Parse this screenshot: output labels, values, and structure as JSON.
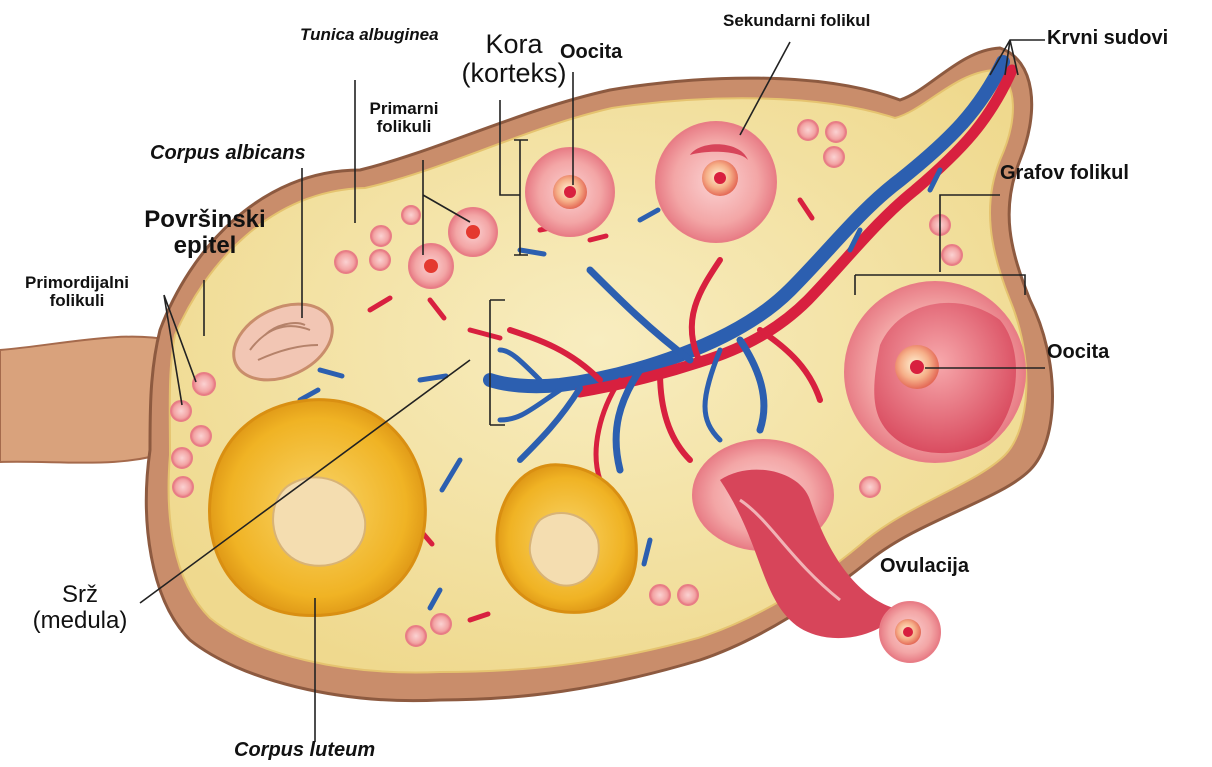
{
  "labels": {
    "tunica_albuginea": "Tunica albuginea",
    "kora_line1": "Kora",
    "kora_line2": "(korteks)",
    "oocita_top": "Oocita",
    "sekundarni_folikul": "Sekundarni folikul",
    "krvni_sudovi": "Krvni sudovi",
    "primarni_line1": "Primarni",
    "primarni_line2": "folikuli",
    "corpus_albicans": "Corpus albicans",
    "grafov_folikul": "Grafov folikul",
    "povrsinski_line1": "Površinski",
    "povrsinski_line2": "epitel",
    "primordijalni_line1": "Primordijalni",
    "primordijalni_line2": "folikuli",
    "oocita_right": "Oocita",
    "ovulacija": "Ovulacija",
    "srz_line1": "Srž",
    "srz_line2": "(medula)",
    "corpus_luteum": "Corpus luteum"
  },
  "colors": {
    "tissue": "#f3e3a6",
    "capsule": "#c98d6b",
    "artery": "#d8203f",
    "vein": "#2c5fb0",
    "follicle": "#f2a3a3",
    "luteum": "#f0b324"
  }
}
